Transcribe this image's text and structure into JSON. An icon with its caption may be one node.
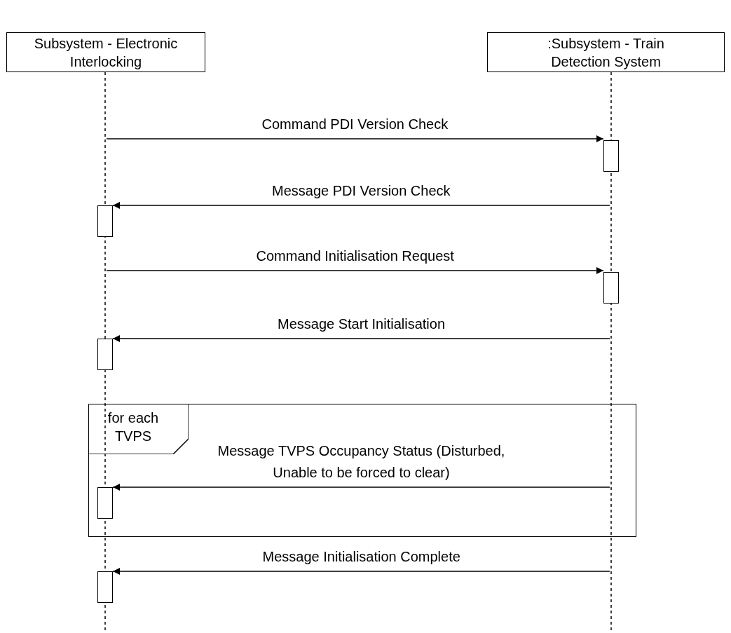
{
  "diagram": {
    "nodes": [
      {
        "text": [
          "Subsystem - Electronic Interlocking"
        ]
      },
      {
        "text": [
          ":Subsystem - Train Detection System"
        ]
      },
      {
        "text": [],
        "shape": "line"
      },
      {
        "text": [],
        "shape": "line"
      },
      {
        "text": [],
        "shape": "bar"
      },
      {
        "text": [],
        "shape": "bar"
      },
      {
        "text": [],
        "shape": "bar"
      },
      {
        "text": [],
        "shape": "bar"
      },
      {
        "text": [
          "for each TVPS"
        ]
      },
      {
        "text": [],
        "shape": "bar",
        "in": 8
      },
      {
        "text": [],
        "shape": "bar"
      }
    ],
    "edges": [
      {
        "from": 2,
        "to": 4,
        "arrow": "to",
        "label": "Command PDI Version Check"
      },
      {
        "from": 3,
        "to": 5,
        "arrow": "to",
        "label": "Message PDI Version Check"
      },
      {
        "from": 2,
        "to": 6,
        "arrow": "to",
        "label": "Command Initialisation Request"
      },
      {
        "from": 3,
        "to": 7,
        "arrow": "to",
        "label": "Message Start Initialisation"
      },
      {
        "from": 3,
        "to": 9,
        "arrow": "to",
        "label": "Message TVPS Occupancy Status (Disturbed, Unable to be forced to clear)"
      },
      {
        "from": 3,
        "to": 10,
        "arrow": "to",
        "label": "Message Initialisation Complete"
      }
    ]
  }
}
